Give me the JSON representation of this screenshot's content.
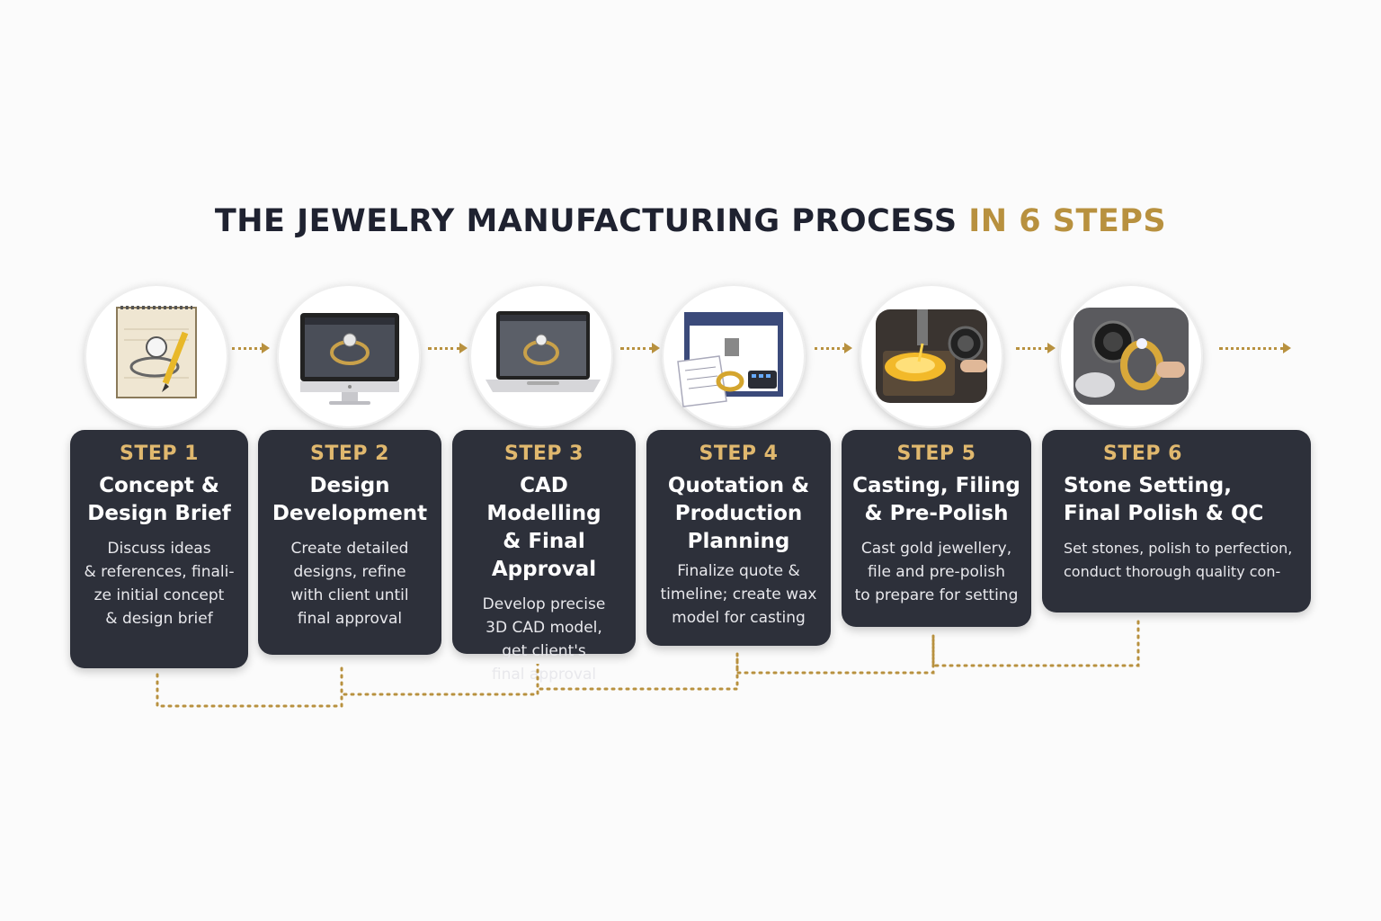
{
  "title": {
    "main": "THE JEWELRY MANUFACTURING PROCESS ",
    "accent": "IN 6 STEPS"
  },
  "colors": {
    "accent": "#b8913f",
    "card_bg": "#2d303a",
    "step_label": "#e0b86e",
    "title": "#1f2230"
  },
  "steps": [
    {
      "label": "STEP 1",
      "name": "Concept &\nDesign Brief",
      "desc": "Discuss ideas\n& references, finali-\nze initial concept\n& design brief",
      "icon": "sketch-notebook-icon"
    },
    {
      "label": "STEP 2",
      "name": "Design\nDevelopment",
      "desc": "Create detailed\ndesigns, refine\nwith client until\nfinal approval",
      "icon": "desktop-monitor-ring-icon"
    },
    {
      "label": "STEP 3",
      "name": "CAD Modelling\n& Final Approval",
      "desc": "Develop precise\n3D CAD model,\nget client's\nfinal approval",
      "icon": "laptop-cad-ring-icon"
    },
    {
      "label": "STEP 4",
      "name": "Quotation &\nProduction\nPlanning",
      "desc": "Finalize quote &\ntimeline; create wax\nmodel for casting",
      "icon": "printer-quote-icon"
    },
    {
      "label": "STEP 5",
      "name": "Casting, Filing\n& Pre-Polish",
      "desc": "Cast gold jewellery,\nfile and pre-polish\nto prepare for setting",
      "icon": "casting-molten-gold-icon"
    },
    {
      "label": "STEP 6",
      "name": "Stone Setting,\nFinal Polish & QC",
      "desc": "Set stones, polish to perfection,\nconduct thorough quality con-",
      "icon": "loupe-ring-inspection-icon"
    }
  ]
}
